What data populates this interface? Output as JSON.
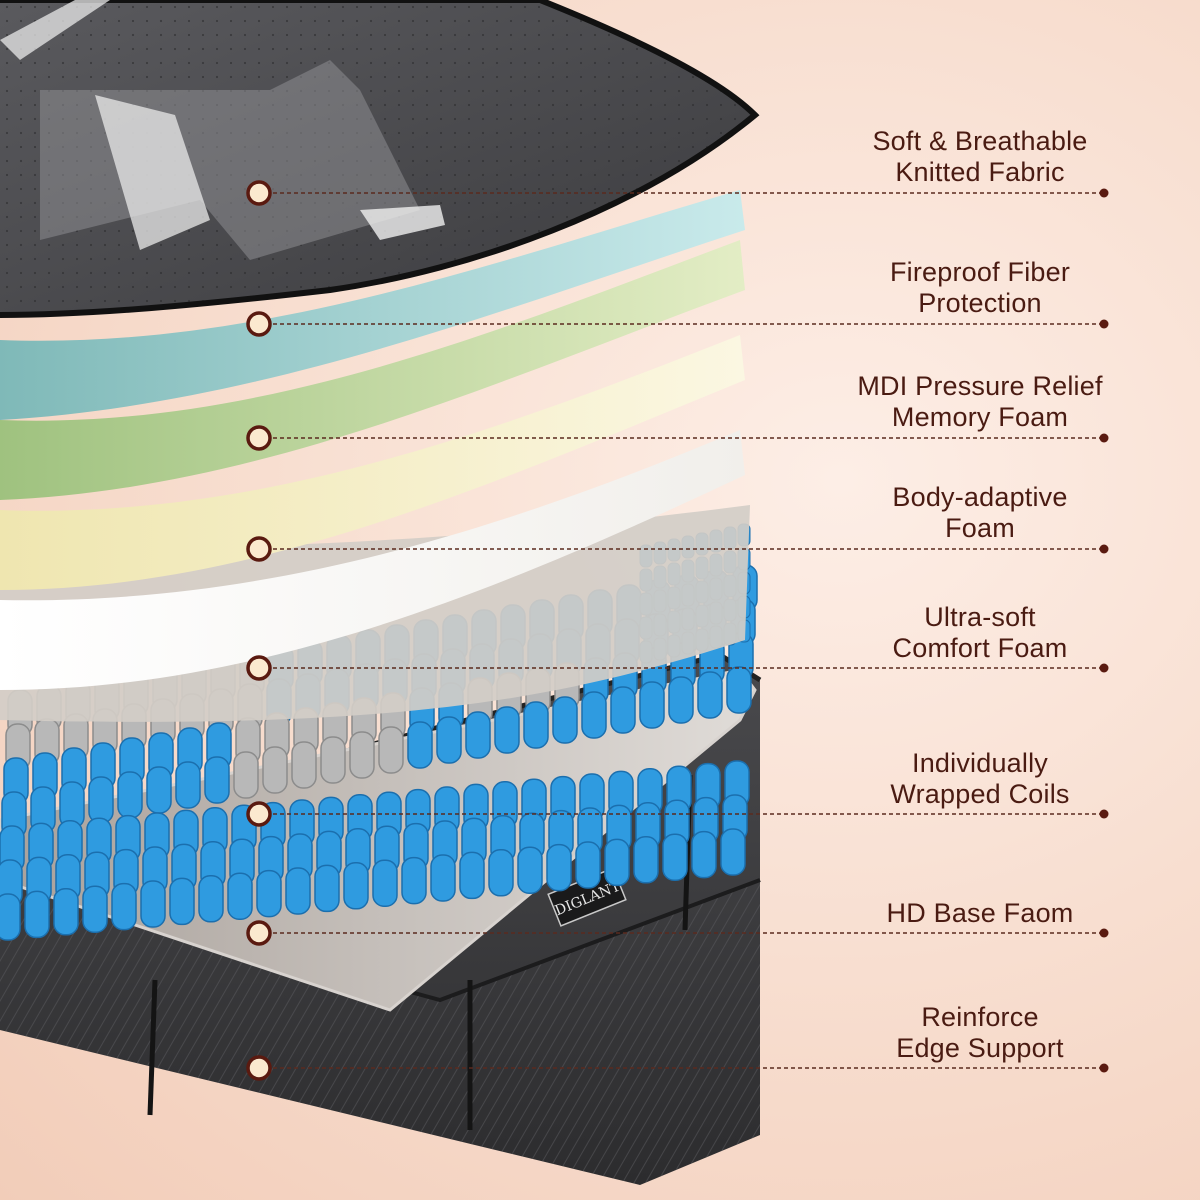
{
  "brand": {
    "logo_text": "DIGLANT"
  },
  "layers": [
    {
      "lines": [
        "Soft & Breathable",
        "Knitted Fabric"
      ]
    },
    {
      "lines": [
        "Fireproof Fiber",
        "Protection"
      ]
    },
    {
      "lines": [
        "MDI Pressure Relief",
        "Memory Foam"
      ]
    },
    {
      "lines": [
        "Body-adaptive",
        "Foam"
      ]
    },
    {
      "lines": [
        "Ultra-soft",
        "Comfort Foam"
      ]
    },
    {
      "lines": [
        "Individually",
        "Wrapped Coils"
      ]
    },
    {
      "lines": [
        "HD Base Faom"
      ]
    },
    {
      "lines": [
        "Reinforce",
        "Edge Support"
      ]
    }
  ],
  "colors": {
    "label_text": "#4a1b12",
    "leader_line": "#5a2a1e",
    "marker_ring": "#5a1a10",
    "marker_fill": "#fbe9cf",
    "coil_blue": "#2f9be0",
    "coil_gray": "#b8b8b8",
    "cover_dark": "#3f3f42"
  }
}
